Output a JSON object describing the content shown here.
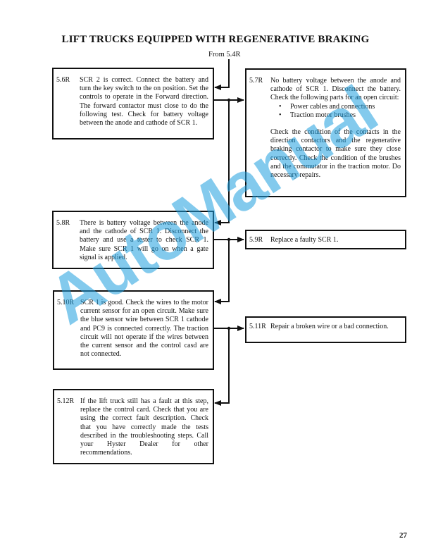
{
  "page": {
    "title": "LIFT TRUCKS EQUIPPED WITH REGENERATIVE BRAKING",
    "entry_label": "From 5.4R",
    "page_number": "27",
    "watermark": "AutoManual"
  },
  "steps": {
    "s56": {
      "number": "5.6R",
      "text": "SCR 2 is correct. Connect the battery and turn the key switch to the on position. Set the controls to operate in the Forward direction. The forward contactor must close to do the following test. Check for battery voltage between the anode and cathode of SCR 1."
    },
    "s57": {
      "number": "5.7R",
      "intro": "No battery voltage between the anode and cathode of SCR 1. Disconnect the battery. Check the following parts for an open circuit:",
      "bullets": [
        "Power cables and connections",
        "Traction motor brushes"
      ],
      "followup": "Check the condition of the contacts in the direction contactors and the regenerative braking contactor to make sure they close correctly. Check the condition of the brushes and the commutator in the traction motor. Do necessary repairs."
    },
    "s58": {
      "number": "5.8R",
      "text": "There is battery voltage between the anode and the cathode of SCR 1. Disconnect the battery and use a tester to check SCR 1. Make sure SCR 1 will go on when a gate signal is applied."
    },
    "s59": {
      "number": "5.9R",
      "text": "Replace a faulty SCR 1."
    },
    "s510": {
      "number": "5.10R",
      "text": "SCR 1 is good. Check the wires to the motor current sensor for an open circuit. Make sure the blue sensor wire between SCR 1 cathode and PC9 is connected correctly. The traction circuit will not operate if the wires between the current sensor and the control casd are not connected."
    },
    "s511": {
      "number": "5.11R",
      "text": "Repair a broken wire or a bad connection."
    },
    "s512": {
      "number": "5.12R",
      "text": "If the lift truck still has a fault at this step, replace the control card. Check that you are using the correct fault description. Check that you have correctly made the tests described in the troubleshooting steps. Call your Hyster Dealer for other recommendations."
    }
  },
  "colors": {
    "ink": "#111111",
    "watermark": "#1ea0e0"
  }
}
